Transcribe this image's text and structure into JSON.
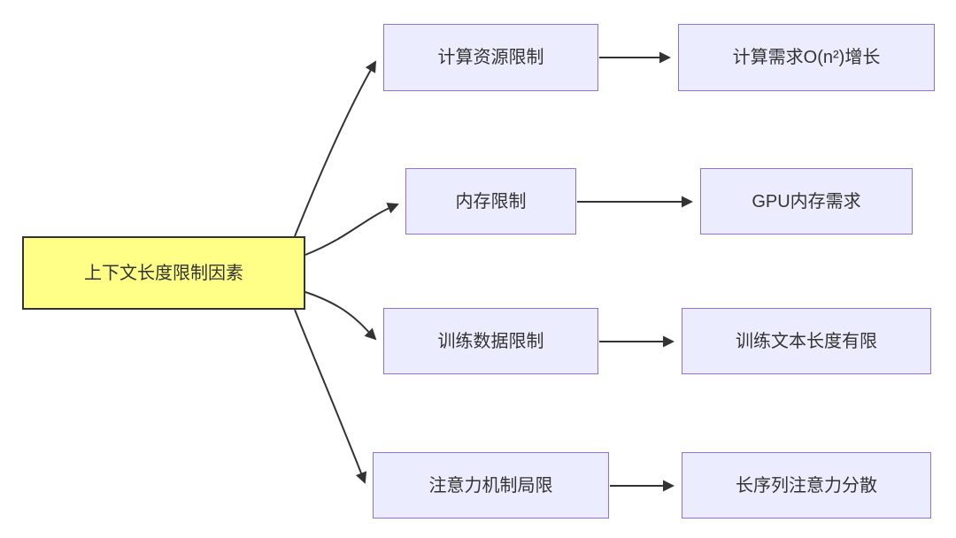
{
  "diagram": {
    "root": {
      "label": "上下文长度限制因素"
    },
    "rows": [
      {
        "mid": "计算资源限制",
        "right": "计算需求O(n²)增长"
      },
      {
        "mid": "内存限制",
        "right": "GPU内存需求"
      },
      {
        "mid": "训练数据限制",
        "right": "训练文本长度有限"
      },
      {
        "mid": "注意力机制局限",
        "right": "长序列注意力分散"
      }
    ],
    "colors": {
      "node_fill": "#ECECFF",
      "node_border": "#9370DB",
      "root_fill": "#FFFF88",
      "root_border": "#333333",
      "arrow": "#333333"
    }
  }
}
